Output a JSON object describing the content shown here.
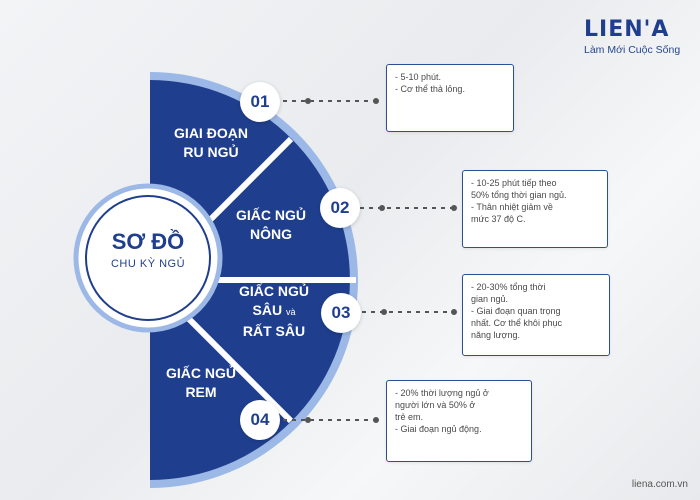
{
  "brand": {
    "name": "LIEN'A",
    "tagline": "Làm Mới Cuộc Sống"
  },
  "website": "liena.com.vn",
  "center": {
    "title": "SƠ ĐỒ",
    "subtitle": "CHU KỲ NGỦ"
  },
  "stages": [
    {
      "number": "01",
      "label_lines": [
        "GIAI ĐOẠN",
        "RU NGỦ"
      ],
      "notes": [
        "- 5-10 phút.",
        "- Cơ thể thả lỏng."
      ]
    },
    {
      "number": "02",
      "label_lines": [
        "GIẤC NGỦ",
        "NÔNG"
      ],
      "notes": [
        "- 10-25 phút tiếp theo",
        "50% tổng thời gian ngủ.",
        "- Thân nhiệt giảm về",
        "mức 37 độ C."
      ]
    },
    {
      "number": "03",
      "label_lines": [
        "GIẤC NGỦ",
        "SÂU",
        "và",
        "RẤT SÂU"
      ],
      "notes": [
        "- 20-30% tổng thời",
        "gian ngủ.",
        "- Giai đoạn quan trọng",
        "nhất. Cơ thể khôi phục",
        "năng lượng."
      ]
    },
    {
      "number": "04",
      "label_lines": [
        "GIẤC NGỦ",
        "REM"
      ],
      "notes": [
        "- 20% thời lượng ngủ ở",
        "người lớn và 50% ở",
        "trẻ em.",
        "- Giai đoạn ngủ động."
      ]
    }
  ],
  "colors": {
    "navy": "#1f3f8e",
    "light_blue": "#9cb8e6",
    "card_border": "#2e4f98",
    "connector": "#555555"
  }
}
